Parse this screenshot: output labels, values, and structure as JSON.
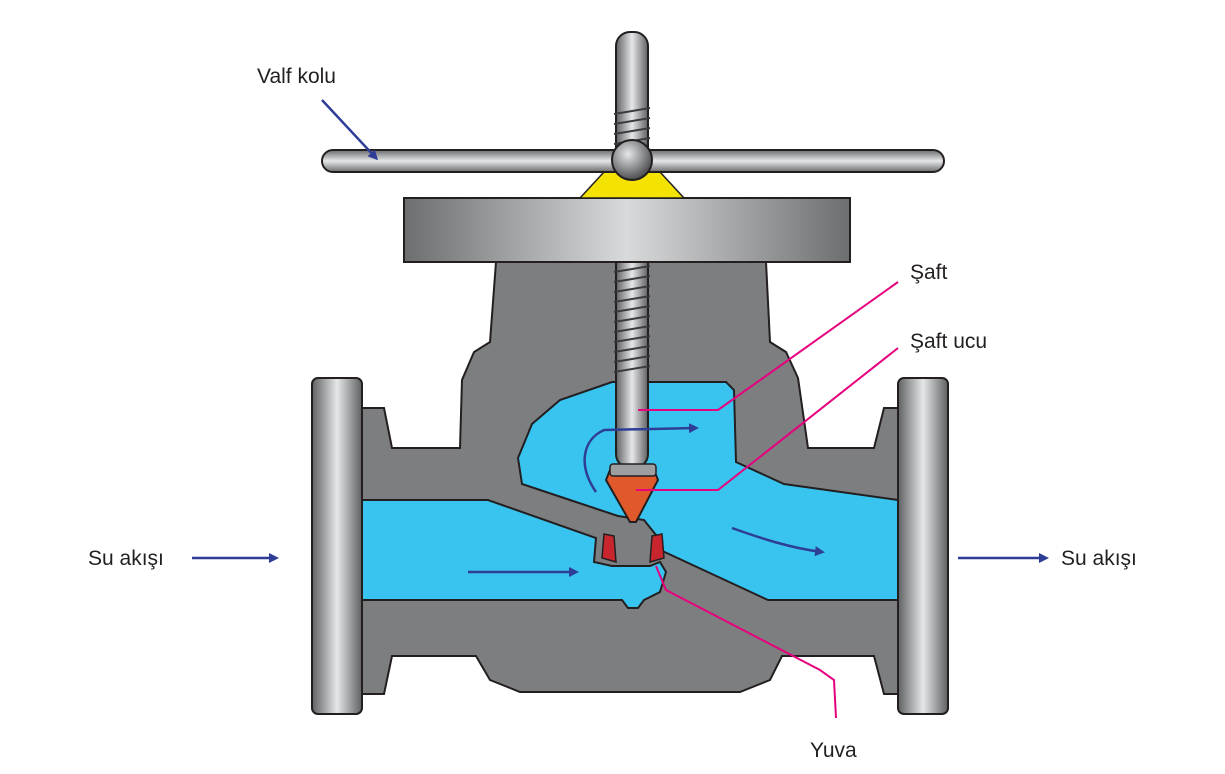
{
  "labels": {
    "valve_handle": "Valf kolu",
    "shaft": "Şaft",
    "shaft_tip": "Şaft ucu",
    "water_flow_in": "Su akışı",
    "water_flow_out": "Su akışı",
    "seat": "Yuva"
  },
  "colors": {
    "body": "#7d7e80",
    "body_dark": "#58595b",
    "water": "#39c4ef",
    "arrow": "#2e3e97",
    "leader": "#e6007e",
    "seat": "#c9252c",
    "shaft_tip": "#e0592a",
    "bushing": "#f4e200"
  }
}
